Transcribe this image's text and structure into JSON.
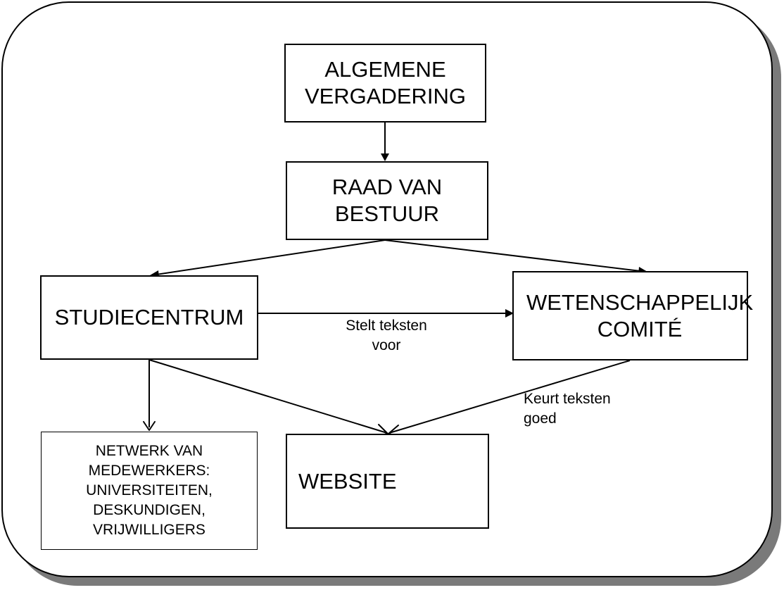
{
  "nodes": {
    "algemene_vergadering": "ALGEMENE\nVERGADERING",
    "raad_van_bestuur": "RAAD VAN\nBESTUUR",
    "studiecentrum": "STUDIECENTRUM",
    "wetenschappelijk_comite": "WETENSCHAPPELIJK\nCOMITÉ",
    "netwerk": "NETWERK VAN\nMEDEWERKERS:\nUNIVERSITEITEN,\nDESKUNDIGEN,\nVRIJWILLIGERS",
    "website": "WEBSITE"
  },
  "edges": {
    "stelt_teksten_voor": "Stelt teksten\nvoor",
    "keurt_teksten_goed": "Keurt teksten\ngoed"
  }
}
